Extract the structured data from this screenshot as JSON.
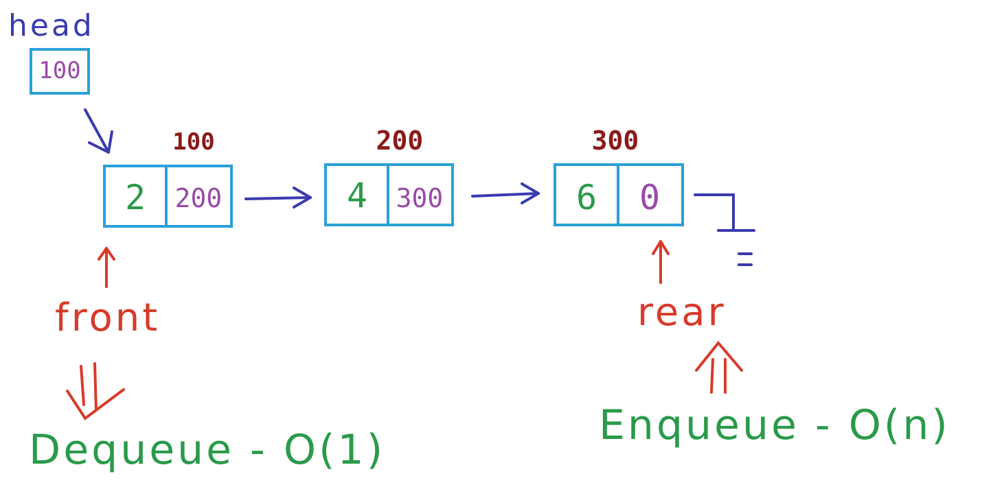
{
  "head": {
    "label": "head",
    "value": "100"
  },
  "nodes": [
    {
      "address": "100",
      "data": "2",
      "next": "200"
    },
    {
      "address": "200",
      "data": "4",
      "next": "300"
    },
    {
      "address": "300",
      "data": "6",
      "next": "0"
    }
  ],
  "pointers": {
    "front": "front",
    "rear": "rear"
  },
  "complexity": {
    "dequeue": "Dequeue - O(1)",
    "enqueue": "Enqueue - O(n)"
  },
  "colors": {
    "box": "#2aa0d8",
    "pointer_blue": "#3a3ab0",
    "address_red": "#8a1a1a",
    "data_green": "#2a9a4a",
    "next_purple": "#9a4aa8",
    "label_red": "#d83a2a",
    "text_green": "#2a9a4a"
  }
}
